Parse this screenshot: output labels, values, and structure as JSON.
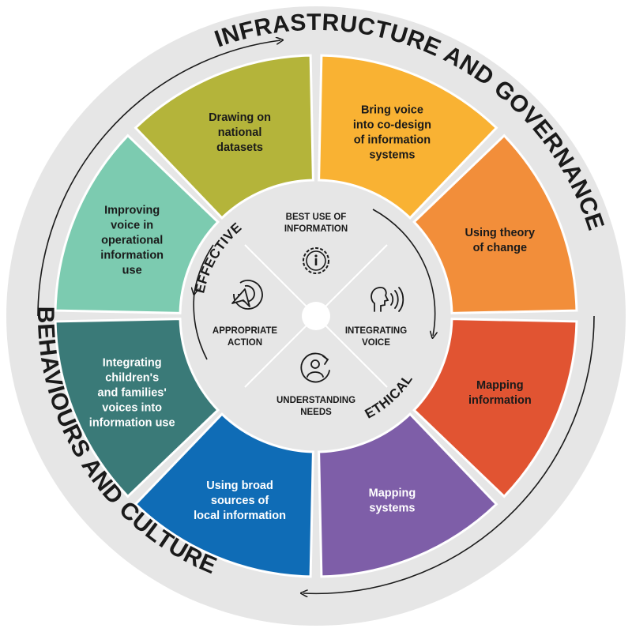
{
  "outer_ring": {
    "top_label": "INFRASTRUCTURE AND GOVERNANCE",
    "bottom_label": "BEHAVIOURS AND CULTURE"
  },
  "segments": [
    {
      "label": [
        "Bring voice",
        "into co-design",
        "of information",
        "systems"
      ],
      "color": "#F9B233",
      "text_color": "#1a1a1a"
    },
    {
      "label": [
        "Using theory",
        "of change"
      ],
      "color": "#F28E3A",
      "text_color": "#1a1a1a"
    },
    {
      "label": [
        "Mapping",
        "information"
      ],
      "color": "#E15432",
      "text_color": "#1a1a1a"
    },
    {
      "label": [
        "Mapping",
        "systems"
      ],
      "color": "#7E5EA8",
      "text_color": "#ffffff"
    },
    {
      "label": [
        "Using broad",
        "sources of",
        "local information"
      ],
      "color": "#0F6CB6",
      "text_color": "#ffffff"
    },
    {
      "label": [
        "Integrating",
        "children's",
        "and families'",
        "voices into",
        "information use"
      ],
      "color": "#3A7A78",
      "text_color": "#ffffff"
    },
    {
      "label": [
        "Improving",
        "voice in",
        "operational",
        "information",
        "use"
      ],
      "color": "#7CCBB0",
      "text_color": "#1a1a1a"
    },
    {
      "label": [
        "Drawing on",
        "national",
        "datasets"
      ],
      "color": "#B4B43A",
      "text_color": "#1a1a1a"
    }
  ],
  "inner_circle": {
    "effective_label": "EFFECTIVE",
    "ethical_label": "ETHICAL",
    "quadrants": [
      {
        "label": [
          "BEST USE OF",
          "INFORMATION"
        ],
        "icon": "info-gear-icon"
      },
      {
        "label": [
          "INTEGRATING",
          "VOICE"
        ],
        "icon": "speaking-head-icon"
      },
      {
        "label": [
          "UNDERSTANDING",
          "NEEDS"
        ],
        "icon": "person-refresh-icon"
      },
      {
        "label": [
          "APPROPRIATE",
          "ACTION"
        ],
        "icon": "cursor-target-icon"
      }
    ]
  }
}
